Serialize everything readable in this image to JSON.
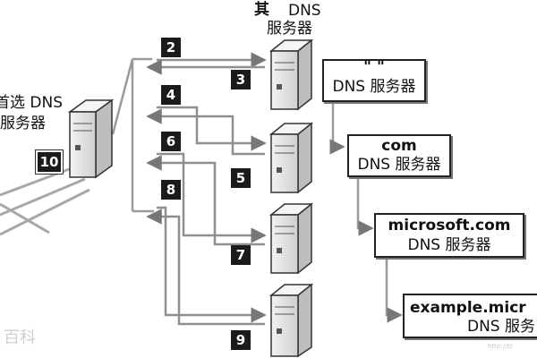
{
  "diagram": {
    "other_dns_label": [
      "其",
      "DNS",
      "服务器"
    ],
    "preferred_dns_label": [
      "首选 DNS",
      "服务器"
    ],
    "steps": [
      "2",
      "3",
      "4",
      "5",
      "6",
      "7",
      "8",
      "9",
      "10"
    ],
    "hierarchy": [
      {
        "name": "\" \"",
        "label": "DNS 服务器"
      },
      {
        "name": "com",
        "label": "DNS 服务器"
      },
      {
        "name": "microsoft.com",
        "label": "DNS 服务器"
      },
      {
        "name": "example.micr",
        "label": "DNS 服务"
      }
    ]
  },
  "watermark": {
    "logo_text": "百科",
    "url_text": "http://bl"
  },
  "colors": {
    "line": "#9a9a9a",
    "badge": "#1b1b1b",
    "server": "#dcdcdc",
    "border": "#222222"
  }
}
